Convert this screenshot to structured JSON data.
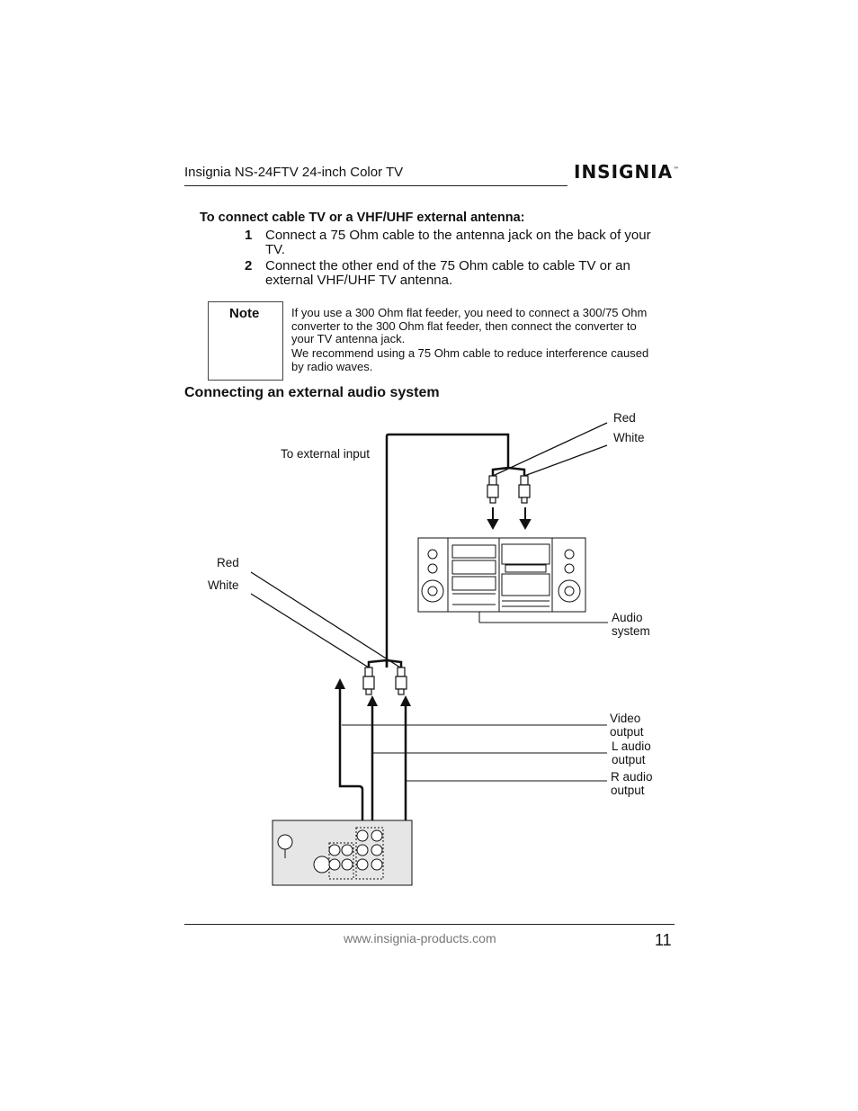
{
  "header": {
    "title": "Insignia NS-24FTV 24-inch Color TV",
    "logo_text": "INSIGNIA",
    "logo_mark": "™"
  },
  "antenna_section": {
    "heading": "To connect cable TV or a VHF/UHF external antenna:",
    "steps": [
      {
        "num": "1",
        "text": "Connect a 75 Ohm cable to the antenna jack on the back of your TV."
      },
      {
        "num": "2",
        "text": "Connect the other end of the 75 Ohm cable to cable TV or an external VHF/UHF TV antenna."
      }
    ]
  },
  "note": {
    "label": "Note",
    "paragraphs": [
      "If you use a 300 Ohm flat feeder, you need to connect a 300/75 Ohm converter to the 300 Ohm flat feeder, then connect the converter to your TV antenna jack.",
      "We recommend using a 75 Ohm cable to reduce interference caused by radio waves."
    ]
  },
  "audio_section": {
    "heading": "Connecting an external audio system"
  },
  "diagram": {
    "labels": {
      "red_top": "Red",
      "white_top": "White",
      "to_external_input": "To external input",
      "red_left": "Red",
      "white_left": "White",
      "audio_system_1": "Audio",
      "audio_system_2": "system",
      "video_output_1": "Video",
      "video_output_2": "output",
      "l_audio_output_1": "L audio",
      "l_audio_output_2": "output",
      "r_audio_output_1": "R audio",
      "r_audio_output_2": "output"
    }
  },
  "footer": {
    "url": "www.insignia-products.com",
    "page_number": "11"
  }
}
